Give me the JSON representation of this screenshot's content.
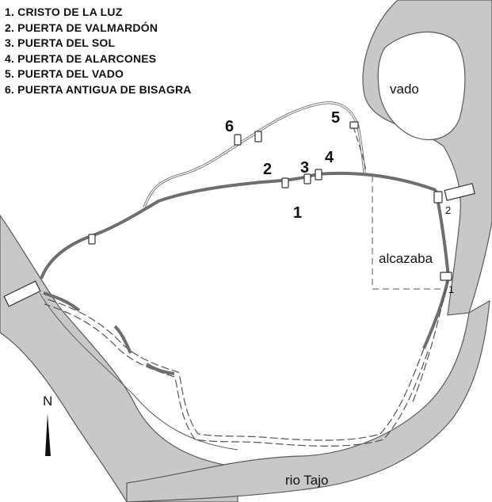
{
  "legend": [
    "1. CRISTO DE LA LUZ",
    "2. PUERTA DE VALMARDÓN",
    "3. PUERTA DEL SOL",
    "4. PUERTA DE ALARCONES",
    "5. PUERTA DEL VADO",
    "6. PUERTA ANTIGUA DE BISAGRA"
  ],
  "map_labels": {
    "num_1": "1",
    "num_2": "2",
    "num_3": "3",
    "num_4": "4",
    "num_5": "5",
    "num_6": "6",
    "vado": "vado",
    "alcazaba": "alcazaba",
    "river": "rio Tajo",
    "bridge_1": "1",
    "bridge_2": "2",
    "north": "N"
  },
  "colors": {
    "river": "#c8c8c8",
    "river_edge": "#5a5a5a",
    "wall": "#6e6e6e",
    "wall_dash": "#555555",
    "text": "#111111"
  },
  "icons": [
    "north-arrow-icon"
  ]
}
